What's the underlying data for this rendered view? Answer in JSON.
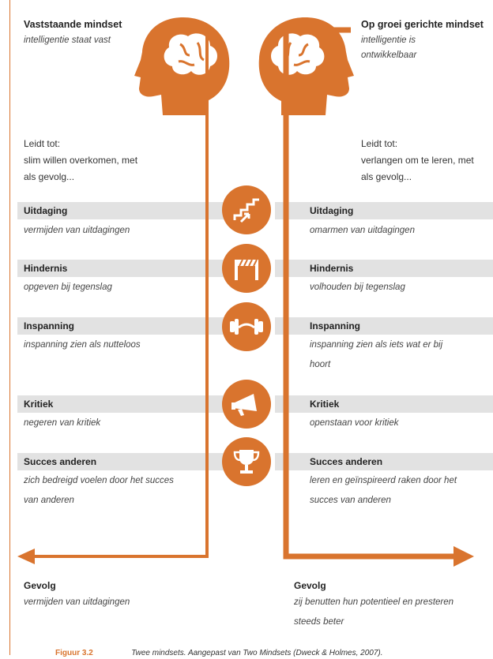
{
  "left": {
    "title": "Vaststaande mindset",
    "subtitle": "intelligentie staat vast",
    "leads_to": [
      "Leidt tot:",
      "slim willen overkomen, met",
      "als gevolg..."
    ],
    "rows": [
      {
        "label": "Uitdaging",
        "desc": [
          "vermijden van uitdagingen"
        ]
      },
      {
        "label": "Hindernis",
        "desc": [
          "opgeven bij tegenslag"
        ]
      },
      {
        "label": "Inspanning",
        "desc": [
          "inspanning zien als nutteloos"
        ]
      },
      {
        "label": "Kritiek",
        "desc": [
          "negeren van kritiek"
        ]
      },
      {
        "label": "Succes anderen",
        "desc": [
          "zich bedreigd voelen door het succes",
          "van anderen"
        ]
      }
    ],
    "result_label": "Gevolg",
    "result_text": [
      "vermijden van uitdagingen"
    ]
  },
  "right": {
    "title": "Op groei gerichte mindset",
    "subtitle": [
      "intelligentie is",
      "ontwikkelbaar"
    ],
    "leads_to": [
      "Leidt tot:",
      "verlangen om te leren, met",
      "als gevolg..."
    ],
    "rows": [
      {
        "label": "Uitdaging",
        "desc": [
          "omarmen van uitdagingen"
        ]
      },
      {
        "label": "Hindernis",
        "desc": [
          "volhouden bij tegenslag"
        ]
      },
      {
        "label": "Inspanning",
        "desc": [
          "inspanning zien als iets wat er bij",
          "hoort"
        ]
      },
      {
        "label": "Kritiek",
        "desc": [
          "openstaan voor kritiek"
        ]
      },
      {
        "label": "Succes anderen",
        "desc": [
          "leren en geïnspireerd raken door het",
          "succes van anderen"
        ]
      }
    ],
    "result_label": "Gevolg",
    "result_text": [
      "zij benutten hun potentieel en presteren",
      "steeds beter"
    ]
  },
  "icons": [
    "stairs-icon",
    "hurdle-icon",
    "dumbbell-icon",
    "megaphone-icon",
    "trophy-icon"
  ],
  "caption": {
    "label": "Figuur 3.2",
    "text": "Twee mindsets. Aangepast van Two Mindsets (Dweck & Holmes, 2007)."
  },
  "colors": {
    "accent": "#d9742e",
    "band": "#e2e2e2"
  }
}
